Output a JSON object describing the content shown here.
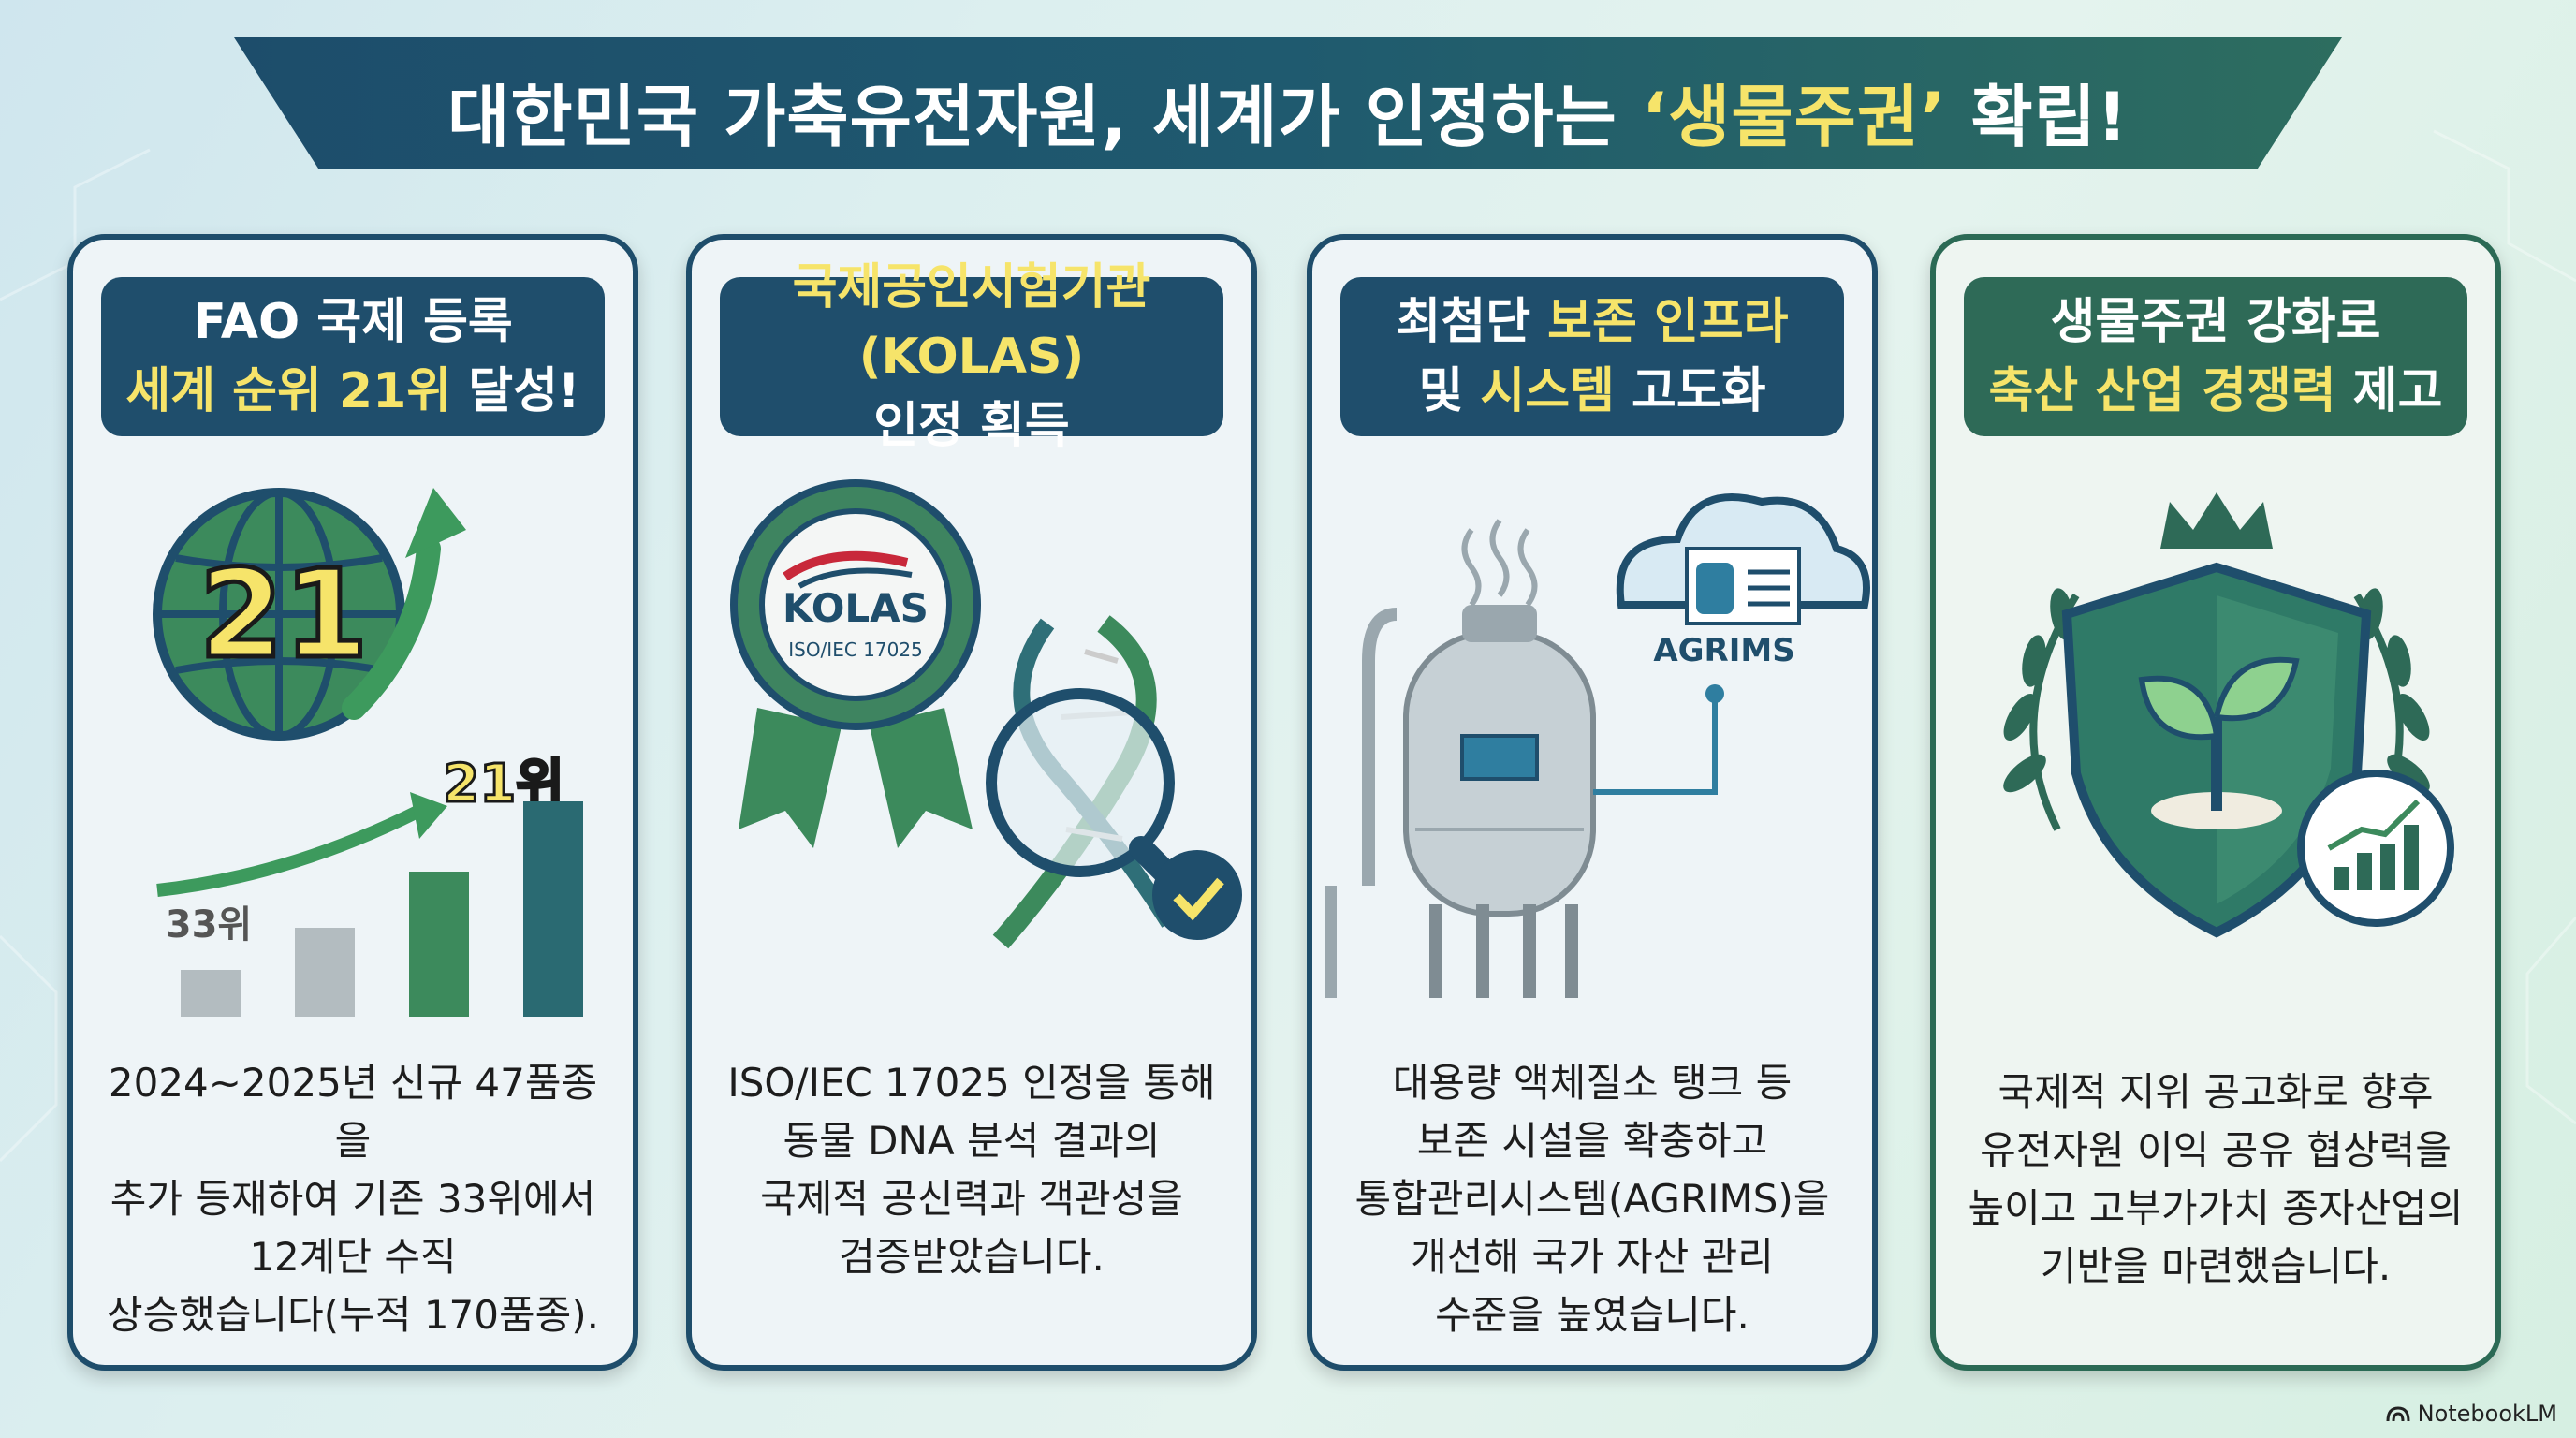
{
  "banner": {
    "title_part1": "대한민국 가축유전자원, 세계가 인정하는 ",
    "title_highlight": "‘생물주권’",
    "title_part2": " 확립!"
  },
  "cards": [
    {
      "head_line1": "FAO 국제 등록",
      "head_line2_hl": "세계 순위 21위",
      "head_line2_rest": " 달성!",
      "illus": {
        "globe_number": "21",
        "rank_top": "21위",
        "rank_bottom": "33위",
        "bars": [
          33,
          30,
          26,
          21
        ]
      },
      "body": [
        "2024~2025년 신규 47품종을",
        "추가 등재하여 기존 33위에서",
        "12계단 수직",
        "상승했습니다(누적 170품종)."
      ]
    },
    {
      "head_line1_hl": "국제공인시험기관(KOLAS)",
      "head_line2": "인정 획득",
      "illus": {
        "badge_title": "KOLAS",
        "badge_sub": "ISO/IEC 17025"
      },
      "body": [
        "ISO/IEC 17025 인정을 통해",
        "동물 DNA 분석 결과의",
        "국제적 공신력과 객관성을",
        "검증받았습니다."
      ]
    },
    {
      "head_line1_pre": "최첨단 ",
      "head_line1_hl": "보존 인프라",
      "head_line2_pre": "및 ",
      "head_line2_hl": "시스템",
      "head_line2_rest": " 고도화",
      "illus": {
        "cloud_label": "AGRIMS"
      },
      "body": [
        "대용량 액체질소 탱크 등",
        "보존 시설을 확충하고",
        "통합관리시스템(AGRIMS)을",
        "개선해 국가 자산 관리",
        "수준을 높였습니다."
      ]
    },
    {
      "head_line1": "생물주권 강화로",
      "head_line2_hl": "축산 산업 경쟁력",
      "head_line2_rest": " 제고",
      "body": [
        "국제적 지위 공고화로 향후",
        "유전자원 이익 공유 협상력을",
        "높이고 고부가가치 종자산업의",
        "기반을 마련했습니다."
      ]
    }
  ],
  "brand": {
    "label": "NotebookLM"
  }
}
